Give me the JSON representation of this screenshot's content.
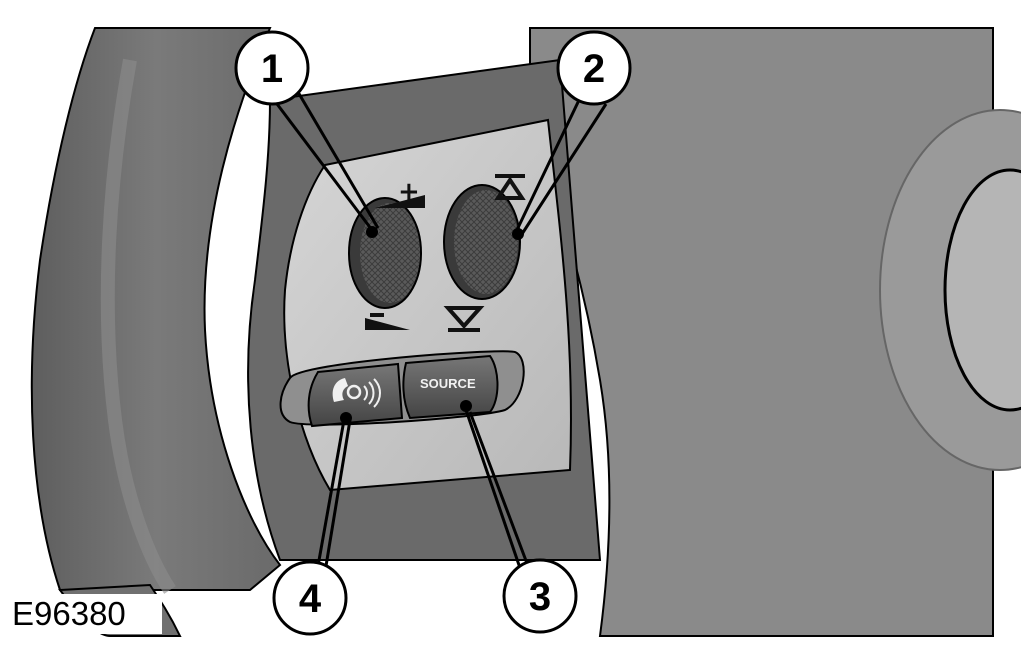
{
  "figure": {
    "id_label": "E96380",
    "callouts": [
      {
        "number": "1"
      },
      {
        "number": "2"
      },
      {
        "number": "3"
      },
      {
        "number": "4"
      }
    ],
    "buttons": {
      "source_label": "SOURCE"
    },
    "colors": {
      "wheel_rim": "#6e6e6e",
      "wheel_hub": "#8a8a8a",
      "panel": "#c9c9c9",
      "button": "#555555",
      "outline": "#000000"
    }
  }
}
